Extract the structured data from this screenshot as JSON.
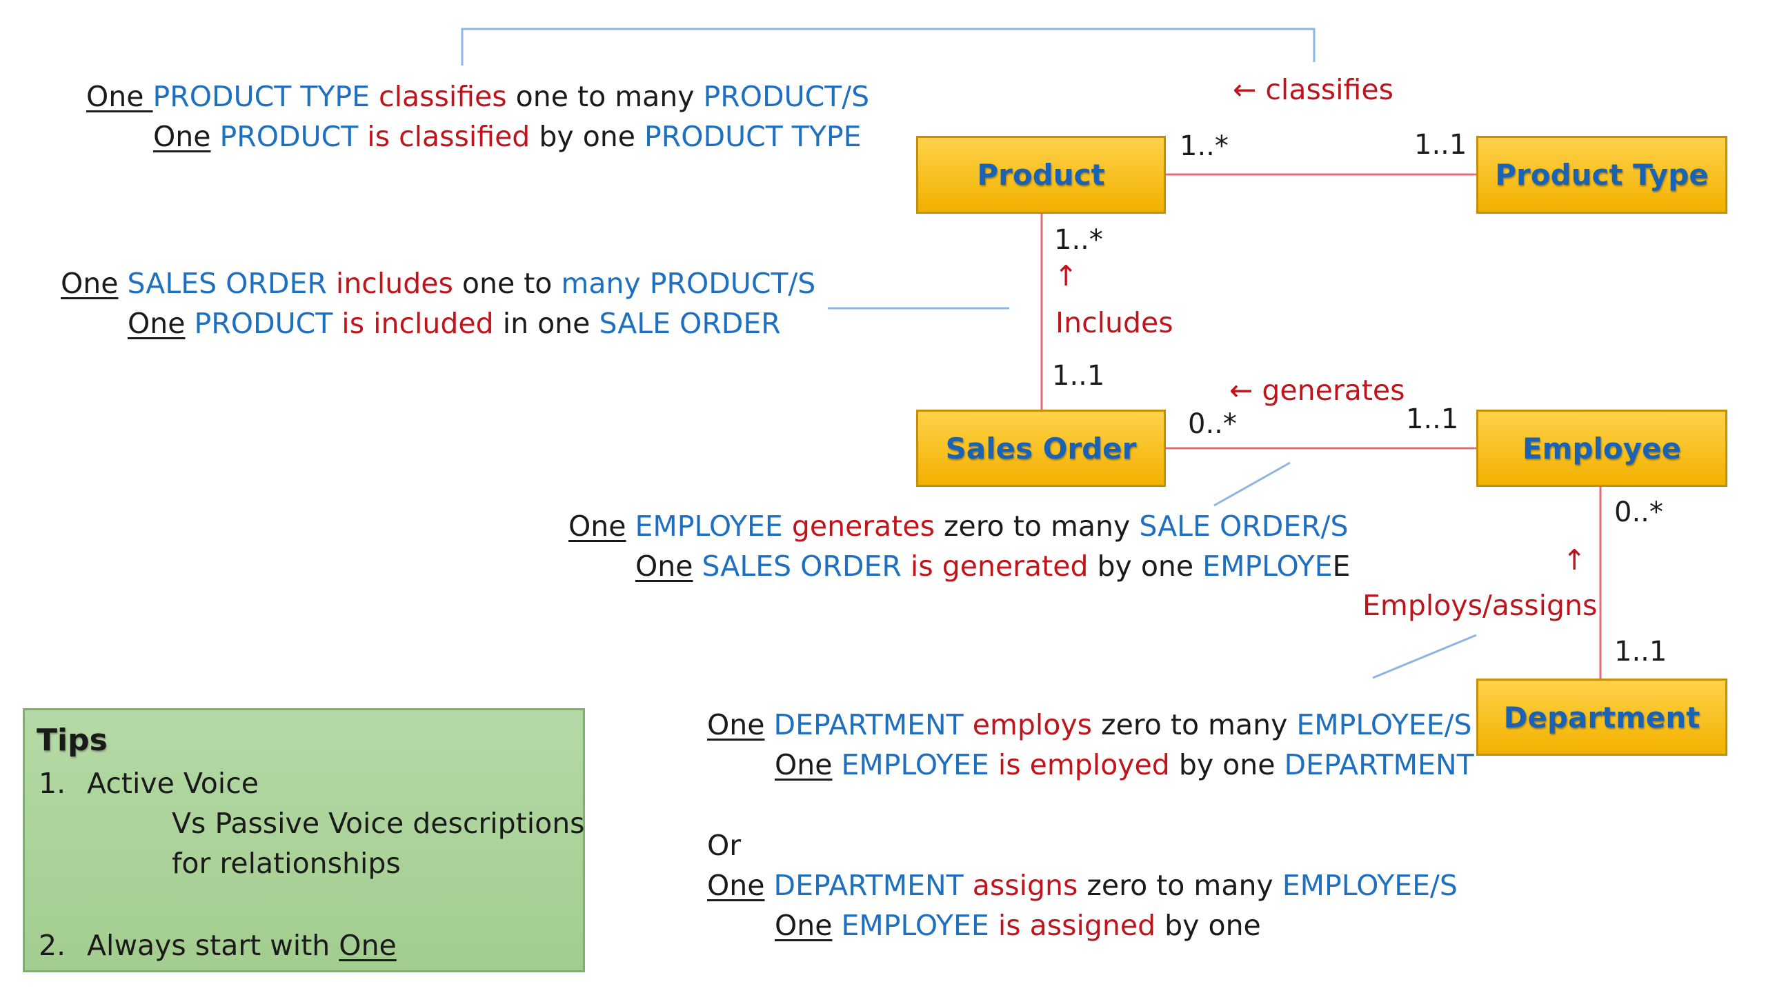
{
  "boxes": {
    "product": "Product",
    "product_type": "Product Type",
    "sales_order": "Sales Order",
    "employee": "Employee",
    "department": "Department"
  },
  "relationships": {
    "classifies": {
      "label": "← classifies",
      "mult_left": "1..*",
      "mult_right": "1..1"
    },
    "includes": {
      "arrow": "↑",
      "label": "Includes",
      "mult_top": "1..*",
      "mult_bottom": "1..1"
    },
    "generates": {
      "label": "← generates",
      "mult_left": "0..*",
      "mult_right": "1..1"
    },
    "employs": {
      "arrow": "↑",
      "label": "Employs/assigns",
      "mult_top": "0..*",
      "mult_bottom": "1..1"
    }
  },
  "descriptions": {
    "product_type": {
      "l1": [
        "One ",
        "PRODUCT TYPE ",
        "classifies ",
        "one to many ",
        "PRODUCT/S"
      ],
      "l2": [
        "One",
        " PRODUCT ",
        "is classified ",
        "by one ",
        "PRODUCT TYPE"
      ]
    },
    "sales_order": {
      "l1": [
        "One",
        " SALES ORDER ",
        "includes ",
        "one to ",
        "many PRODUCT/S"
      ],
      "l2": [
        "One",
        " PRODUCT ",
        "is included ",
        "in one ",
        "SALE ORDER"
      ]
    },
    "employee": {
      "l1": [
        "One",
        " EMPLOYEE ",
        "generates ",
        "zero to many ",
        "SALE ORDER/S"
      ],
      "l2": [
        "One",
        " SALES ORDER ",
        "is generated ",
        "by one ",
        "EMPLOYE",
        "E"
      ]
    },
    "department": {
      "l1": [
        "One",
        " DEPARTMENT ",
        "employs ",
        "zero to many ",
        "EMPLOYEE/S"
      ],
      "l2": [
        "One",
        " EMPLOYEE ",
        "is employed ",
        "by one ",
        "DEPARTMENT"
      ],
      "or": "Or",
      "l3": [
        "One",
        " DEPARTMENT ",
        "assigns ",
        "zero to many ",
        "EMPLOYEE/S"
      ],
      "l4": [
        "One",
        " EMPLOYEE ",
        "is assigned ",
        "by one"
      ]
    }
  },
  "tips": {
    "title": "Tips",
    "n1": "1.",
    "item1_a": "Active Voice",
    "item1_b": "Vs Passive Voice descriptions",
    "item1_c": "for relationships",
    "n2": "2.",
    "item2_pre": "Always start with ",
    "item2_u": "One"
  },
  "colors": {
    "entity_text": "#1f6fc0",
    "verb": "#c0141c",
    "box_fill": "#f5b800",
    "tips_fill": "#a9d18e",
    "relation_line": "#e06c75",
    "callout_line": "#8db4e2"
  }
}
